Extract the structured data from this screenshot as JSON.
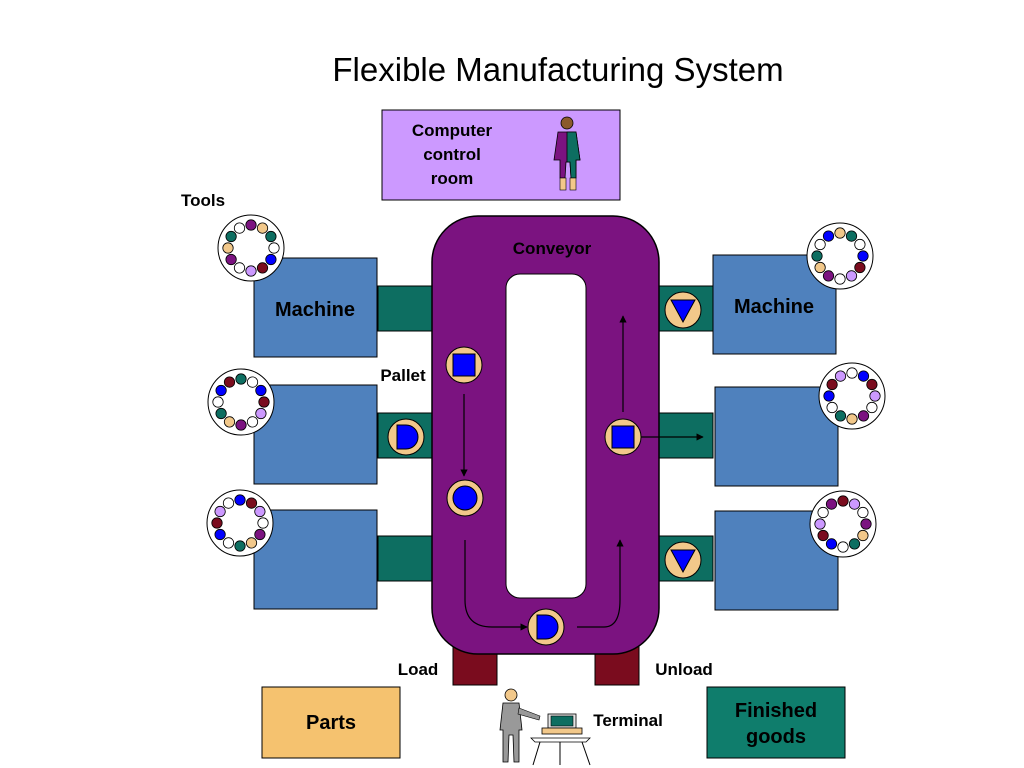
{
  "title": "Flexible Manufacturing System",
  "control_room": {
    "line1": "Computer",
    "line2": "control",
    "line3": "room"
  },
  "labels": {
    "tools": "Tools",
    "conveyor": "Conveyor",
    "pallet": "Pallet",
    "machine_left": "Machine",
    "machine_right": "Machine",
    "load": "Load",
    "unload": "Unload",
    "terminal": "Terminal",
    "parts": "Parts",
    "finished_line1": "Finished",
    "finished_line2": "goods"
  },
  "colors": {
    "machine": "#4f81bd",
    "conveyor": "#7b1380",
    "station": "#0d6e61",
    "pallet": "#f2c88a",
    "part": "#0000ff",
    "control_room": "#cc99ff",
    "parts_box": "#f5c26f",
    "finished_box": "#0f7d6c",
    "dock": "#7a0c1e"
  },
  "tool_colors": [
    "#7b1380",
    "#f2c88a",
    "#0d6e61",
    "#ffffff",
    "#0000ff",
    "#7a0c1e",
    "#cc99ff",
    "#ffffff"
  ]
}
